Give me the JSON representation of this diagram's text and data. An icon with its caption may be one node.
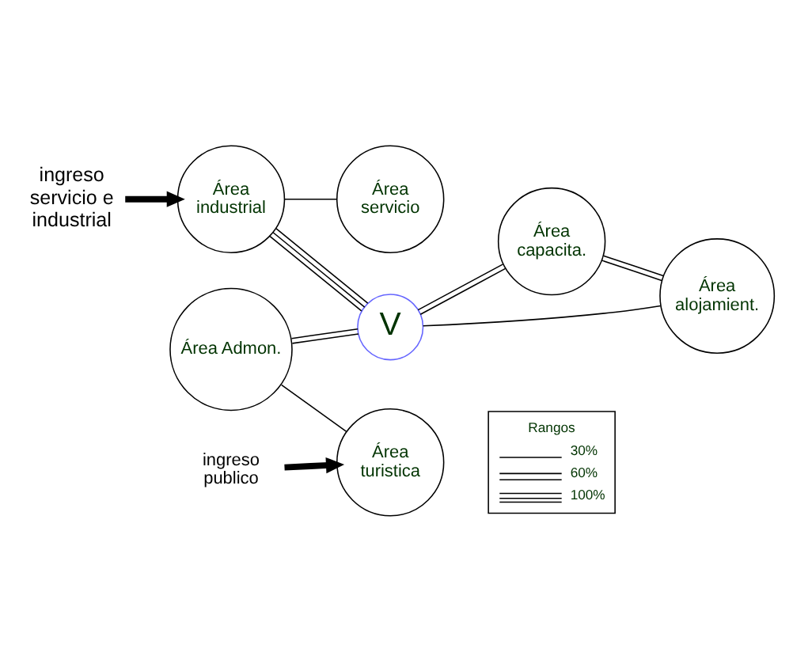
{
  "diagram": {
    "nodes": [
      {
        "text": [
          "ingreso servicio e industrial"
        ]
      },
      {
        "text": [
          "Área industrial"
        ]
      },
      {
        "text": [
          "Área servicio"
        ]
      },
      {
        "text": [
          "Área Admon."
        ]
      },
      {
        "text": [
          "V"
        ]
      },
      {
        "text": [
          "Área capacita."
        ]
      },
      {
        "text": [
          "Área alojamient."
        ]
      },
      {
        "text": [
          "ingreso publico"
        ]
      },
      {
        "text": [
          "Área turistica"
        ]
      }
    ],
    "edges": [
      {
        "from": 0,
        "to": 1,
        "arrow": "to",
        "style": "thick"
      },
      {
        "from": 1,
        "to": 2,
        "arrow": "none"
      },
      {
        "from": 1,
        "to": 4,
        "arrow": "none"
      },
      {
        "from": 3,
        "to": 4,
        "arrow": "none"
      },
      {
        "from": 4,
        "to": 5,
        "arrow": "none"
      },
      {
        "from": 4,
        "to": 6,
        "arrow": "none"
      },
      {
        "from": 5,
        "to": 6,
        "arrow": "none"
      },
      {
        "from": 3,
        "to": 8,
        "arrow": "none"
      },
      {
        "from": 7,
        "to": 8,
        "arrow": "to",
        "style": "thick"
      }
    ],
    "labels": [
      "Rangos"
    ],
    "legend": [
      {
        "text": "30%"
      },
      {
        "text": "60%"
      },
      {
        "text": "100%"
      }
    ]
  }
}
